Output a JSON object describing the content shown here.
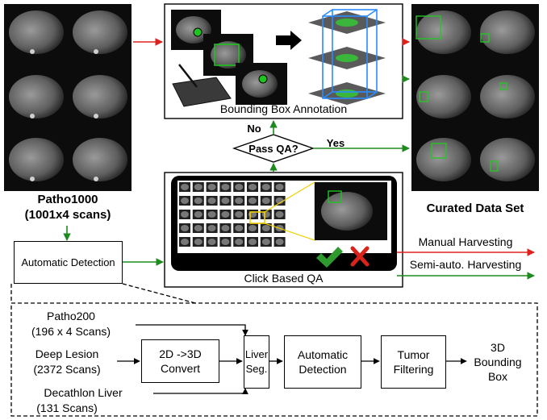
{
  "top": {
    "annotation_caption": "Bounding Box Annotation",
    "qa_caption": "Click Based QA",
    "decision": {
      "question": "Pass QA?",
      "no": "No",
      "yes": "Yes"
    }
  },
  "left": {
    "dataset_name": "Patho1000",
    "dataset_count": "(1001x4 scans)",
    "auto_detection": "Automatic Detection"
  },
  "right": {
    "curated_title": "Curated Data Set"
  },
  "legend": {
    "manual": {
      "label": "Manual Harvesting",
      "color": "#e0201b"
    },
    "semi": {
      "label": "Semi-auto. Harvesting",
      "color": "#1f8a1f"
    }
  },
  "pipeline": {
    "inputs": [
      {
        "name": "Patho200",
        "count": "(196 x 4 Scans)"
      },
      {
        "name": "Deep Lesion",
        "count": "(2372 Scans)"
      },
      {
        "name": "Decathlon Liver",
        "count": "(131 Scans)"
      }
    ],
    "convert": "2D ->3D Convert",
    "liver_seg": "Liver Seg.",
    "auto_detection": "Automatic Detection",
    "tumor_filtering": "Tumor Filtering",
    "output": "3D Bounding Box"
  }
}
